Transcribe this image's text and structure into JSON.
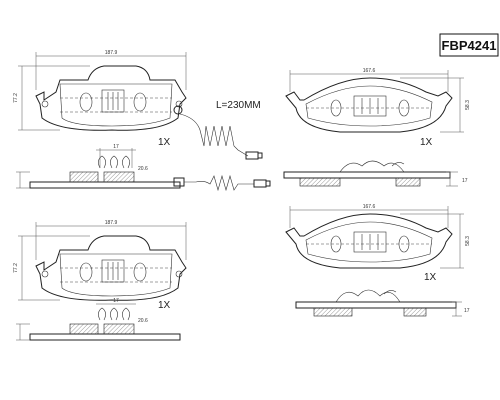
{
  "part_number": "FBP4241",
  "sensor": {
    "length_label": "L=230MM"
  },
  "quantities": {
    "top_left": "1X",
    "top_right": "1X",
    "bottom_left": "1X",
    "bottom_right": "1X"
  },
  "dimensions": {
    "tl_width": "187.9",
    "tl_height": "77.2",
    "tl_thick_a": "17",
    "tl_thick_b": "20.6",
    "tr_width": "167.6",
    "tr_height": "58.3",
    "tr_thick": "17",
    "bl_width": "187.9",
    "bl_height": "77.2",
    "bl_thick_a": "17",
    "bl_thick_b": "20.6",
    "br_width": "167.6",
    "br_height": "58.3",
    "br_thick": "17"
  }
}
